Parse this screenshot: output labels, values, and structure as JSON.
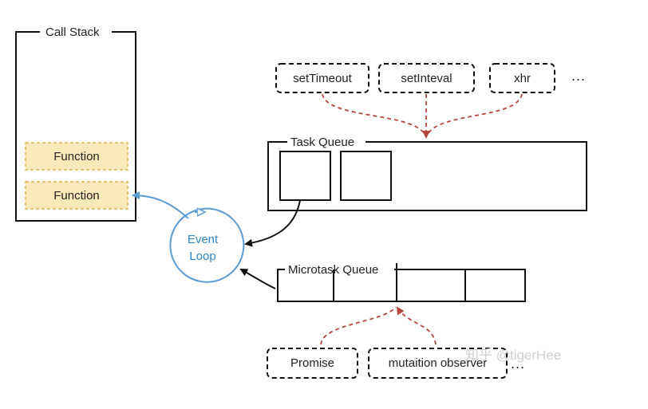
{
  "call_stack": {
    "title": "Call Stack",
    "frames": [
      "Function",
      "Function"
    ]
  },
  "event_loop": {
    "line1": "Event",
    "line2": "Loop"
  },
  "task_sources": [
    "setTimeout",
    "setInteval",
    "xhr"
  ],
  "task_sources_more": "...",
  "task_queue": {
    "title": "Task Queue"
  },
  "microtask_queue": {
    "title": "Microtask Queue"
  },
  "microtask_sources": [
    "Promise",
    "mutaition observer"
  ],
  "microtask_sources_more": "...",
  "watermark": "知乎 @tigerHee",
  "colors": {
    "line": "#111111",
    "function_fill": "#fbe9b9",
    "function_border": "#e0b24a",
    "loop_blue": "#5b9bd5",
    "event_text": "#2f86c9",
    "dashed_red": "#b5483d"
  }
}
